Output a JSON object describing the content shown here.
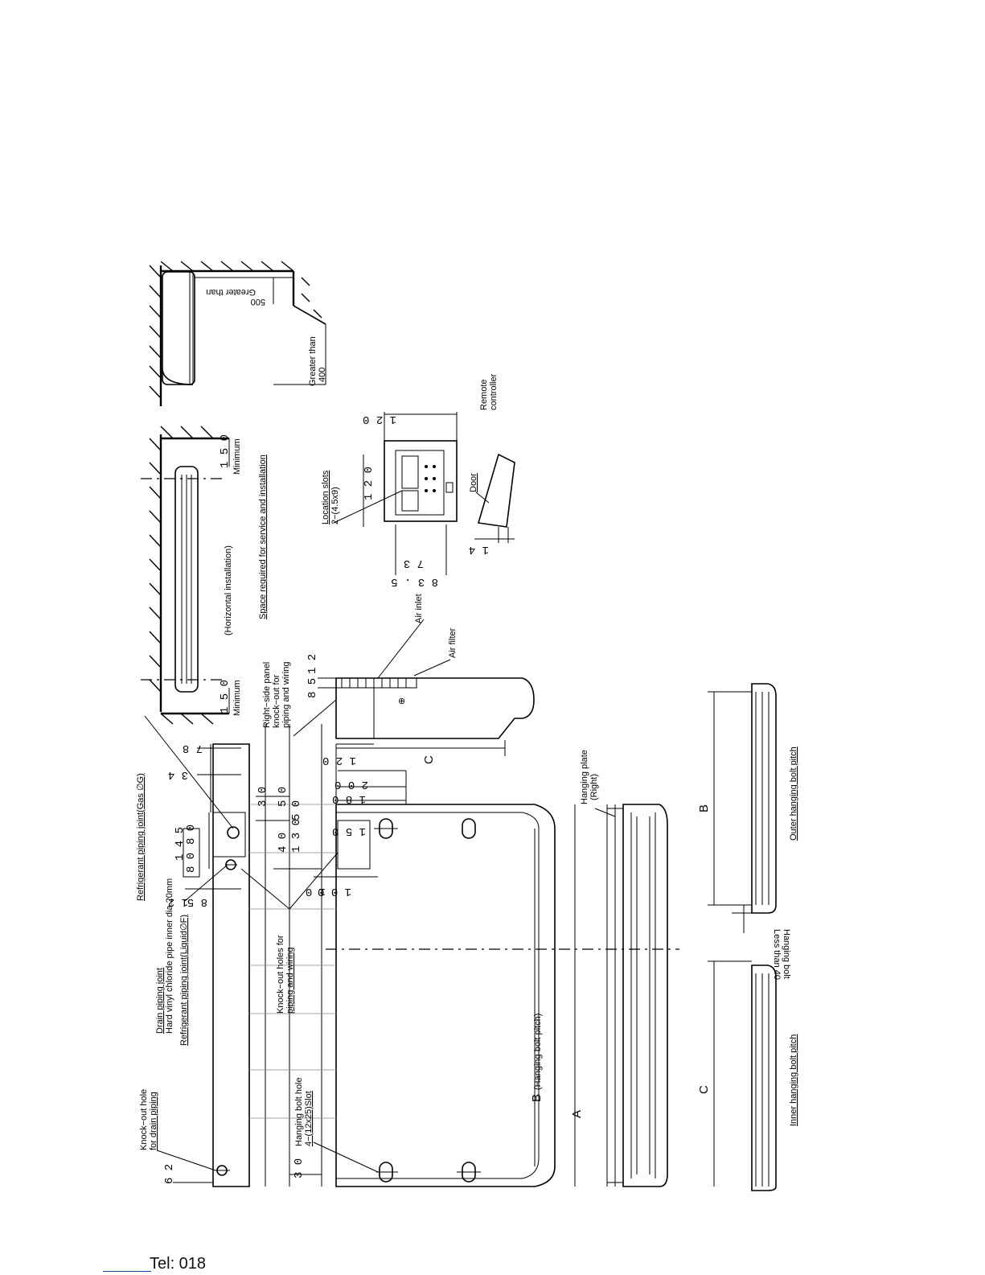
{
  "labels": {
    "knockout_drain_1": "Knock−out hole",
    "knockout_drain_2": "for drain piping",
    "drain_joint_1": "Drain piping joint",
    "drain_joint_2": "Hard vinyl chloride pipe inner dia.20mm",
    "refrig_liquid": "Refrigerant piping joint(Liquid∅F)",
    "refrig_gas": "Refrigerant piping joint(Gas ∅G)",
    "hanging_bolt_hole_1": "Hanging bolt hole",
    "hanging_bolt_hole_2": "4−(12x25)Slot",
    "knockout_holes_1": "Knock−out holes for",
    "knockout_holes_2": "piping and wiring",
    "right_panel_1": "Right−side panel",
    "right_panel_2": "knock−out for",
    "right_panel_3": "piping and wiring",
    "air_inlet": "Air inlet",
    "air_filter": "Air filter",
    "hanging_plate_1": "Hanging plate",
    "hanging_plate_2": "(Right)",
    "hanging_bolt_pitch": "(Hanging bolt pitch)",
    "horizontal_install": "(Horizontal installation)",
    "space_required": "Space required for service and  installation",
    "minimum": "Minimum",
    "greater_500_1": "Greater than",
    "greater_500_2": "500",
    "greater_400_1": "Greater than",
    "greater_400_2": "400",
    "location_slots_1": "Location slots",
    "location_slots_2": "2−(4.5x9)",
    "door": "Door",
    "remote_1": "Remote",
    "remote_2": "controller",
    "outer_pitch": "Outer hanging bolt pitch",
    "inner_pitch": "Inner hanging bolt pitch",
    "hanging_less_1": "Hanging bolt",
    "hanging_less_2": "Less than 40"
  },
  "dims": {
    "d62": "6 2",
    "d30a": "3 0",
    "d30b": "3 0",
    "d50a": "5 0",
    "d40": "4 0",
    "d130": "1 3 0",
    "d50b": "5 0",
    "d145": "1 4 5",
    "d80a": "8 0",
    "d80b": "8 0",
    "d78": "7 8",
    "d34": "3 4",
    "d85a": "8 5",
    "d12a": "1 2",
    "d100": "1 0 0",
    "d10": "1 0",
    "d150a": "1 5 0",
    "d180": "1 8 0",
    "d200": "2 0 0",
    "d120a": "1 2 0",
    "d85b": "8 5",
    "d12b": "1 2",
    "d150b": "1 5 0",
    "d150c": "1 5 0",
    "d120b": "1 2 0",
    "d120c": "1 2 0",
    "d73": "7 3",
    "d835": "8 3 . 5",
    "d14": "1 4",
    "A": "A",
    "B": "B",
    "Ba": "B",
    "C": "C",
    "Ca": "C"
  },
  "footer": {
    "tel": "Tel: 018"
  }
}
